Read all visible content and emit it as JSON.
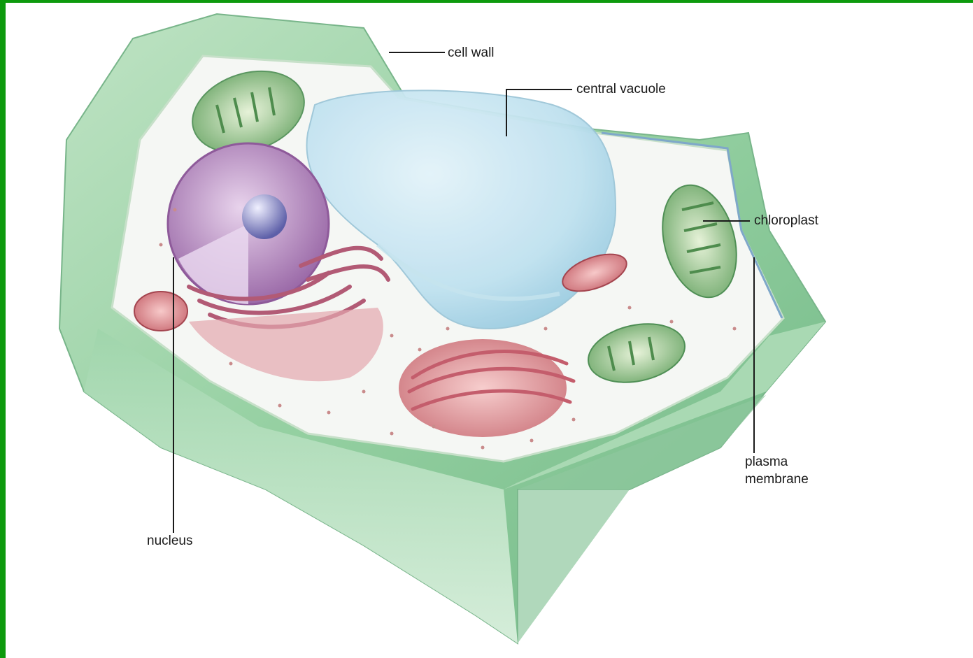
{
  "labels": {
    "cell_wall": "cell wall",
    "central_vacuole": "central vacuole",
    "chloroplast": "chloroplast",
    "plasma_membrane_line1": "plasma",
    "plasma_membrane_line2": "membrane",
    "nucleus": "nucleus"
  }
}
